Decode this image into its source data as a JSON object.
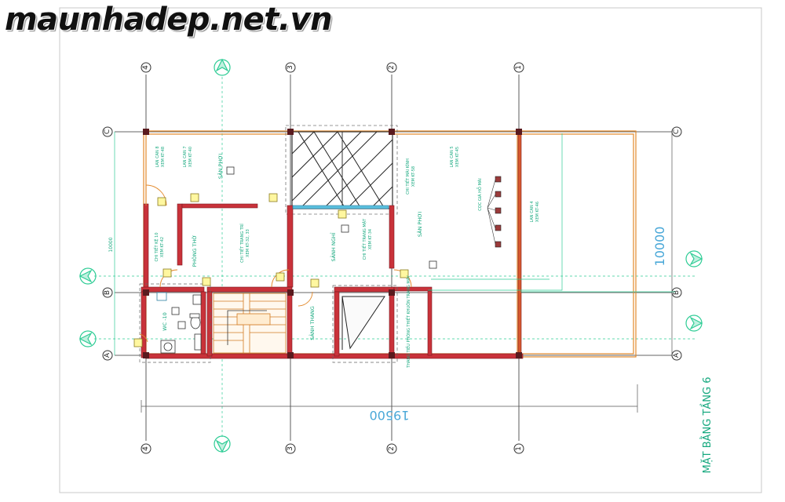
{
  "watermark": "maunhadep.net.vn",
  "drawing_title": "MẶT BẰNG TẦNG 6",
  "dimensions": {
    "overall_length": "19500",
    "overall_depth": "10000",
    "side_depth": "10000"
  },
  "axes": {
    "vertical": [
      "4",
      "3",
      "2",
      "1"
    ],
    "horizontal": [
      "C",
      "B",
      "A"
    ]
  },
  "rooms": {
    "san_phoi_left": "SÂN PHƠI",
    "phong_tho": "PHÒNG THỜ",
    "sanh_nghi": "SẢNH NGHỈ",
    "san_phoi_right": "SÂN PHƠI",
    "wc": "WC -10",
    "sanh_thang": "SẢNH THANG",
    "thang_may": "THANG TIỂU PHÒNG THIẾT KHUÔN TRANG MÁY"
  },
  "notes": {
    "lan_can_8": "LAN CAN 8",
    "xem_kt48": "XEM KT-48",
    "lan_can_7": "LAN CAN 7",
    "xem_kt40": "XEM KT-40",
    "chi_tiet_ke_10": "CHI TIẾT KỆ 10",
    "xem_kt42": "XEM KT-42",
    "chi_tiet_trang_tri": "CHI TIẾT TRANG TRÍ",
    "xem_kt32_33": "XEM KT-32, 33",
    "chi_tiet_tran_mat": "CHI TIẾT TRANG MẶT",
    "xem_kt34": "XEM KT-34",
    "chi_tiet_mai_kinh": "CHI TIẾT MÁI KÍNH",
    "xem_kt58": "XEM KT-58",
    "lan_can_5": "LAN CAN 5",
    "xem_kt45": "XEM KT-45",
    "coc_gia_ho_mai": "CỌC GIÁ HỖ MÁI",
    "lan_can_4": "LAN CAN 4",
    "xem_kt46": "XEM KT-46"
  }
}
